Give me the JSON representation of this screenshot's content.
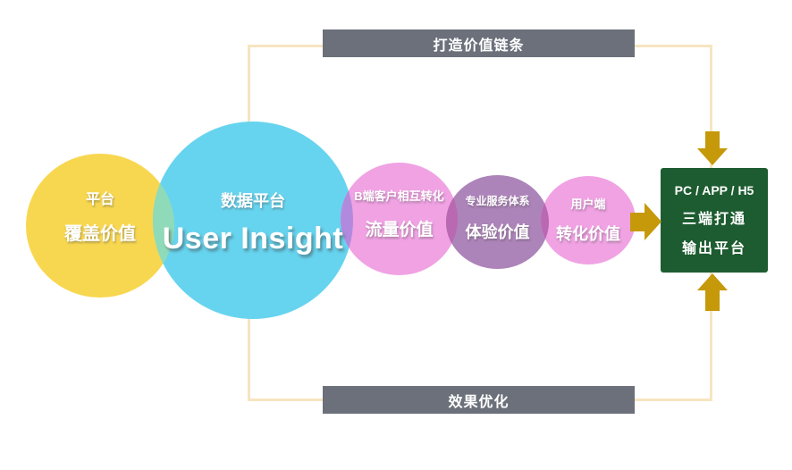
{
  "diagram": {
    "top_banner": "打造价值链条",
    "bottom_banner": "效果优化",
    "circles": [
      {
        "name": "coverage",
        "subtitle": "平台",
        "title": "覆盖价值",
        "color": "#f8d750"
      },
      {
        "name": "data-platform",
        "subtitle": "数据平台",
        "title": "User Insight",
        "color": "#67d4ef"
      },
      {
        "name": "traffic",
        "subtitle": "B端客户相互转化",
        "title": "流量价值",
        "color": "#f0a2e3"
      },
      {
        "name": "experience",
        "subtitle": "专业服务体系",
        "title": "体验价值",
        "color": "#ad84b9"
      },
      {
        "name": "conversion",
        "subtitle": "用户端",
        "title": "转化价值",
        "color": "#f0a2e3"
      }
    ],
    "overlaps": {
      "coverage_data": "#8fdbb9",
      "data_traffic": "#b18ade",
      "traffic_experience": "#ba68b2",
      "experience_conversion": "#ba68b2"
    },
    "output_box": {
      "line1": "PC / APP / H5",
      "line2": "三端打通",
      "line3": "输出平台",
      "color": "#1d5c30"
    },
    "colors": {
      "banner": "#6b707a",
      "arrow": "#c6990b",
      "connector_line": "#f7e5c0",
      "text": "#ffffff"
    }
  }
}
